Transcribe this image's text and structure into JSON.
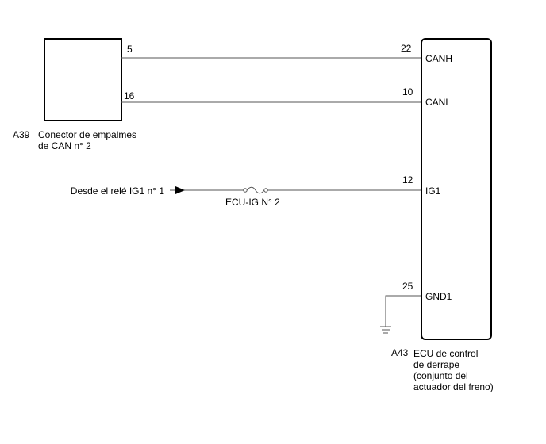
{
  "connector_a39": {
    "code": "A39",
    "name_line1": "Conector de empalmes",
    "name_line2": "de CAN n° 2",
    "pins": {
      "canh": "5",
      "canl": "16"
    }
  },
  "ecu_a43": {
    "code": "A43",
    "name_lines": [
      "ECU de control",
      "de derrape",
      "(conjunto del",
      "actuador del freno)"
    ],
    "terminals": [
      {
        "pin": "22",
        "name": "CANH"
      },
      {
        "pin": "10",
        "name": "CANL"
      },
      {
        "pin": "12",
        "name": "IG1"
      },
      {
        "pin": "25",
        "name": "GND1"
      }
    ]
  },
  "power_source": {
    "label": "Desde el relé IG1 n° 1"
  },
  "fuse": {
    "label": "ECU-IG N° 2"
  }
}
